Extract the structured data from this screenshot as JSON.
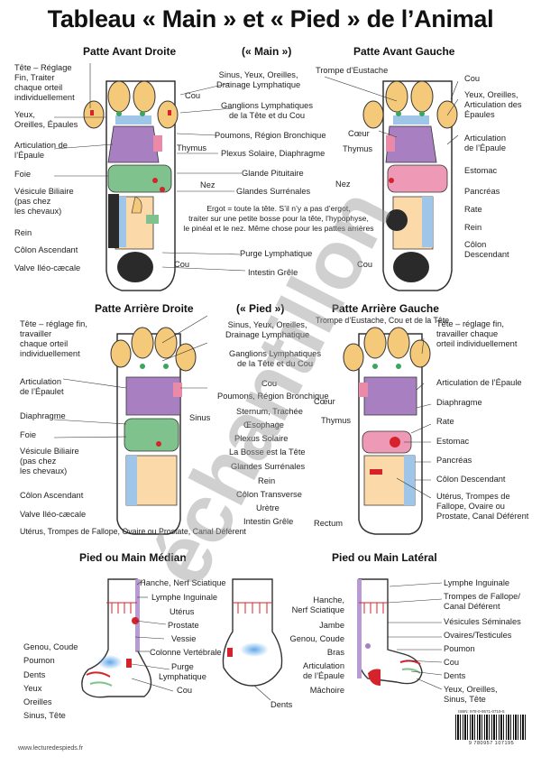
{
  "title": "Tableau « Main » et « Pied » de l’Animal",
  "sections": {
    "front_right": "Patte Avant Droite",
    "main_tag": "(« Main »)",
    "front_left": "Patte Avant Gauche",
    "rear_right": "Patte Arrière Droite",
    "pied_tag": "(« Pied »)",
    "rear_left": "Patte Arrière Gauche",
    "medial": "Pied ou Main Médian",
    "lateral": "Pied ou Main Latéral"
  },
  "front": {
    "left_labels": [
      "Tête – Réglage\nFin, Traiter\nchaque orteil\nindividuellement",
      "Yeux,\nOreilles, Épaules",
      "Articulation de\nl’Épaule",
      "Foie",
      "Vésicule Biliaire\n(pas chez\nles chevaux)",
      "Rein",
      "Côlon Ascendant",
      "Valve Iléo-cæcale"
    ],
    "center_labels": [
      "Cou",
      "Sinus, Yeux, Oreilles,\nDrainage Lymphatique",
      "Ganglions Lymphatiques\nde la Tête et du Cou",
      "Poumons, Région Bronchique",
      "Thymus",
      "Plexus Solaire, Diaphragme",
      "Glande Pituitaire",
      "Nez",
      "Glandes Surrénales",
      "Ergot = toute la tête. S’il n’y a pas d’ergot,\ntraiter sur une petite bosse pour la tête, l’hypophyse,\nle pinéal et le nez. Même chose pour les pattes arrières",
      "Purge Lymphatique",
      "Cou",
      "Intestin Grêle"
    ],
    "right_labels": [
      "Trompe d’Eustache",
      "Cou",
      "Yeux, Oreilles,\nArticulation des\nÉpaules",
      "Cœur",
      "Articulation\nde l’Épaule",
      "Thymus",
      "Estomac",
      "Nez",
      "Pancréas",
      "Rate",
      "Rein",
      "Côlon\nDescendant",
      "Cou"
    ]
  },
  "rear": {
    "left_labels": [
      "Tête – réglage fin,\ntravailler\nchaque orteil\nindividuellement",
      "Articulation\nde l’Épaulet",
      "Diaphragme",
      "Foie",
      "Vésicule Biliaire\n(pas chez\nles chevaux)",
      "Côlon Ascendant",
      "Valve Iléo-cæcale",
      "Utérus, Trompes de Fallope, Ovaire ou Prostate, Canal Déférent"
    ],
    "center_labels": [
      "Sinus, Yeux, Oreilles,\nDrainage Lymphatique",
      "Ganglions Lymphatiques\nde la Tête et du Cou",
      "Cou",
      "Poumons, Région Bronchique",
      "Sternum, Trachée",
      "Œsophage",
      "Sinus",
      "Plexus Solaire",
      "La Bosse est la Tête",
      "Glandes Surrénales",
      "Rein",
      "Côlon Transverse",
      "Urètre",
      "Intestin Grêle",
      "Rectum",
      "Thymus",
      "Cœur",
      "Trompe d’Eustache, Cou et de la Tête"
    ],
    "right_labels": [
      "Tête – réglage fin,\ntravailler chaque\norteil individuellement",
      "Articulation de l’Épaule",
      "Diaphragme",
      "Rate",
      "Estomac",
      "Pancréas",
      "Côlon Descendant",
      "Utérus, Trompes de\nFallope, Ovaire ou\nProstate, Canal Déférent"
    ]
  },
  "medial": {
    "labels": [
      "Hanche, Nerf Sciatique",
      "Lymphe Inguinale",
      "Utérus",
      "Prostate",
      "Vessie",
      "Colonne Vertébrale",
      "Purge\nLymphatique",
      "Cou",
      "Genou, Coude",
      "Poumon",
      "Dents",
      "Yeux",
      "Oreilles",
      "Sinus, Tête",
      "Dents"
    ]
  },
  "lateral": {
    "left_labels": [
      "Hanche,\nNerf Sciatique",
      "Jambe",
      "Genou, Coude",
      "Bras",
      "Articulation\nde l’Épaule",
      "Mâchoire"
    ],
    "right_labels": [
      "Lymphe Inguinale",
      "Trompes de Fallope/\nCanal Déférent",
      "Vésicules Séminales",
      "Ovaires/Testicules",
      "Poumon",
      "Cou",
      "Dents",
      "Yeux, Oreilles,\nSinus, Tête"
    ]
  },
  "watermark": "échantillon",
  "footer": "www.lecturedespieds.fr",
  "isbn": "ISBN: 978-0-9571-0719-5",
  "barcode_number": "9 780957 107195",
  "colors": {
    "toe": "#f5c97a",
    "purple": "#a880c2",
    "green": "#7fc28e",
    "peach": "#fbd9a8",
    "blue": "#9fc6e8",
    "red": "#d4232a",
    "pink": "#e88aa8",
    "dark": "#2a2a2a"
  }
}
